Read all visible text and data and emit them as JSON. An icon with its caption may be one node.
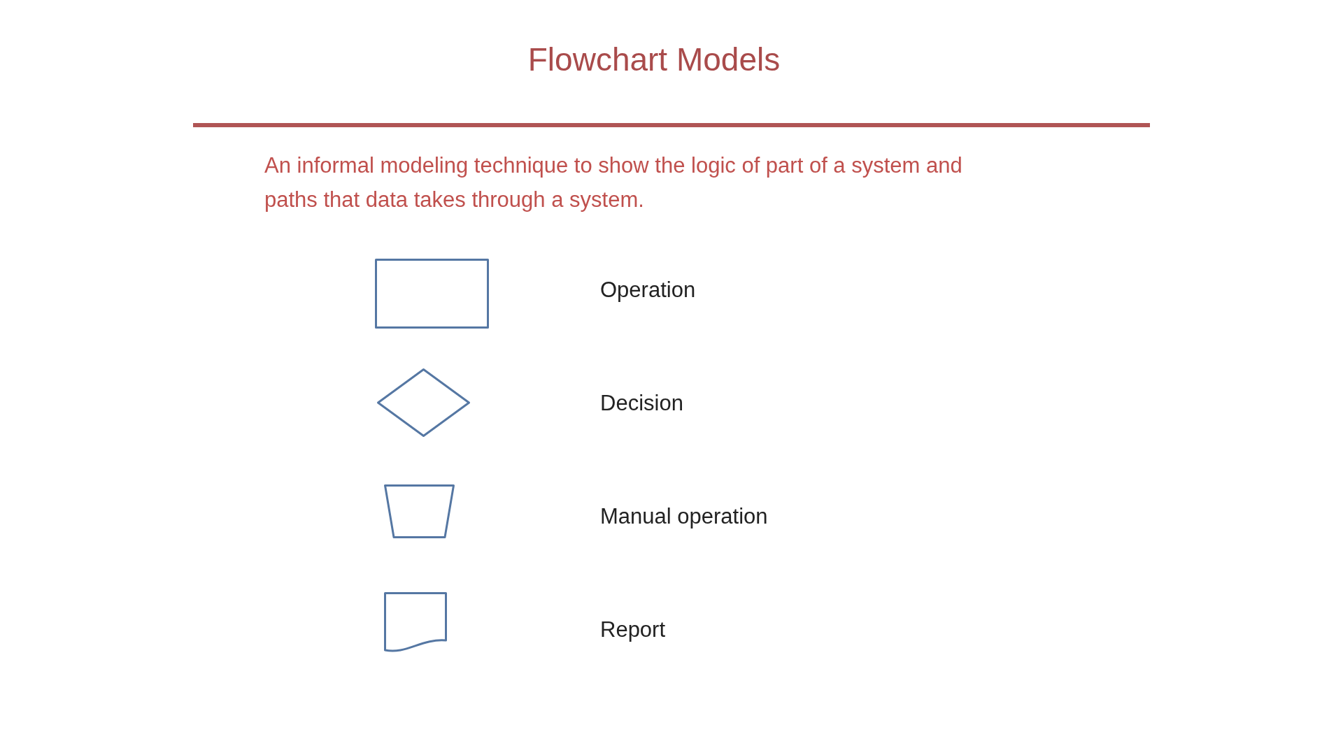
{
  "diagram": {
    "title": "Flowchart Models",
    "labels": [
      "An informal modeling technique to show the logic of part of a system and paths that data takes through a system.",
      "Operation",
      "Decision",
      "Manual operation",
      "Report"
    ],
    "nodes": [
      {
        "text": [],
        "shape": "box"
      },
      {
        "text": [],
        "shape": "diamond"
      },
      {
        "text": [],
        "shape": "trapezoid"
      },
      {
        "text": [],
        "shape": "document"
      }
    ]
  }
}
